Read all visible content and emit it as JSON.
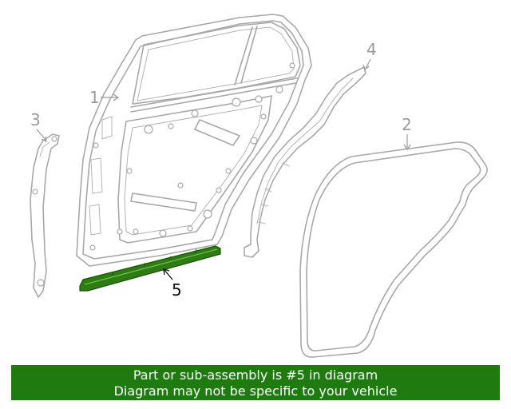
{
  "labels": {
    "door_shell": "1",
    "door_weatherstrip": "2",
    "front_bracket": "3",
    "rear_channel": "4",
    "lower_seal": "5"
  },
  "colors": {
    "highlight": "#2e7d12",
    "banner": "#1f7a10",
    "line_art": "#a8a8a8"
  },
  "banner": {
    "line1": "Part or sub-assembly is #5 in diagram",
    "line2": "Diagram may not be specific to your vehicle"
  }
}
